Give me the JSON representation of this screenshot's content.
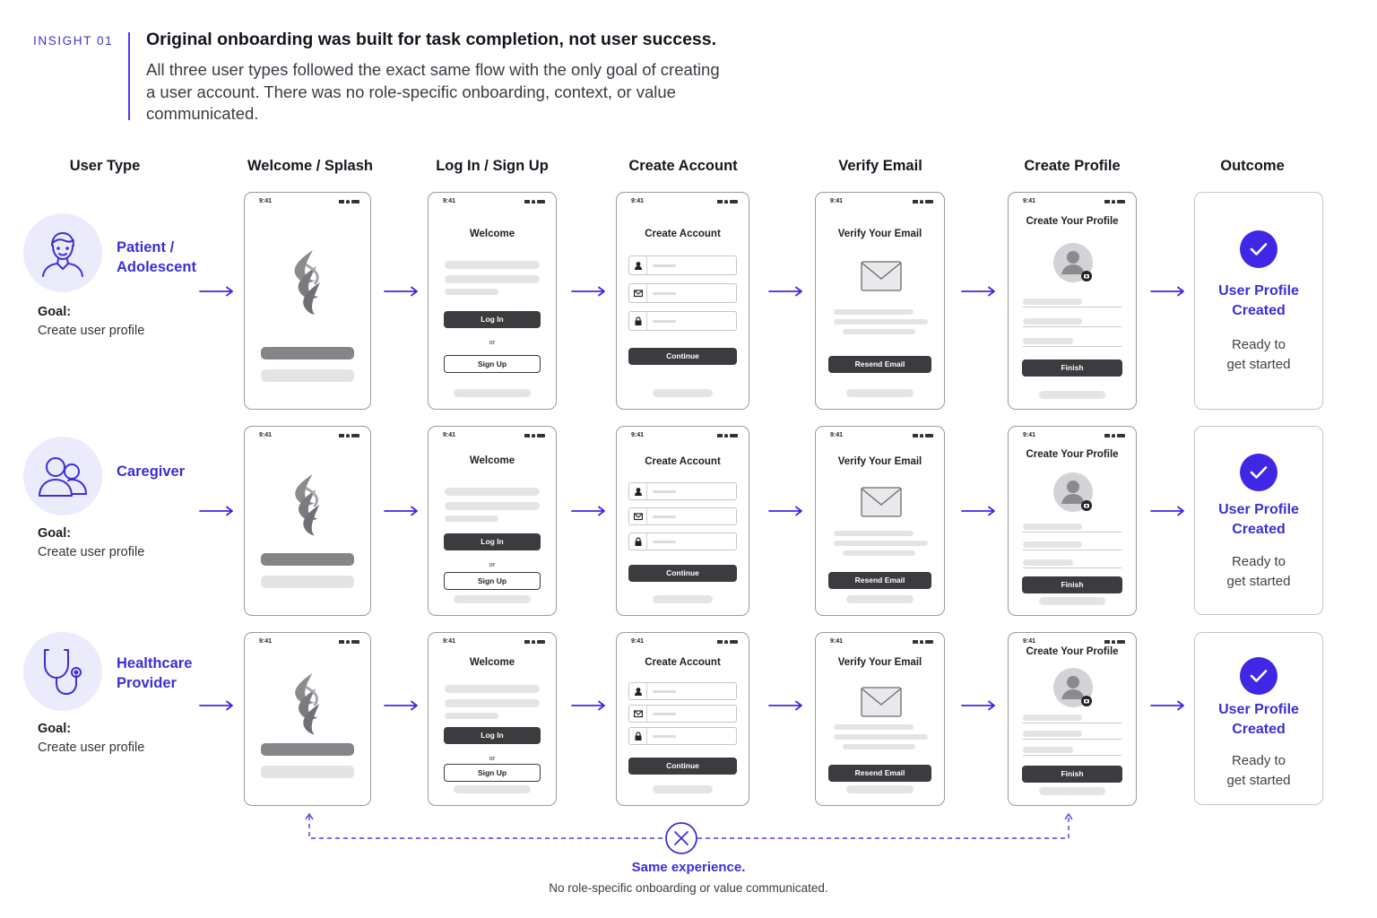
{
  "insight": {
    "tag": "INSIGHT 01",
    "headline": "Original onboarding was built for task completion, not user success.",
    "subtext": "All three user types followed the exact same flow with the only goal of creating a user account. There was no role-specific onboarding, context, or value communicated."
  },
  "columns": [
    "User Type",
    "Welcome / Splash",
    "Log In / Sign Up",
    "Create Account",
    "Verify Email",
    "Create Profile",
    "Outcome"
  ],
  "rows": [
    {
      "role_line1": "Patient /",
      "role_line2": "Adolescent",
      "goal_label": "Goal:",
      "goal_text": "Create user profile",
      "icon": "person-icon"
    },
    {
      "role_line1": "Caregiver",
      "role_line2": "",
      "goal_label": "Goal:",
      "goal_text": "Create user profile",
      "icon": "two-people-icon"
    },
    {
      "role_line1": "Healthcare",
      "role_line2": "Provider",
      "goal_label": "Goal:",
      "goal_text": "Create user profile",
      "icon": "stethoscope-icon"
    }
  ],
  "screens": {
    "time": "9:41",
    "welcome_title": "Welcome",
    "login_label": "Log In",
    "or_label": "or",
    "signup_label": "Sign Up",
    "create_title": "Create Account",
    "continue_label": "Continue",
    "verify_title": "Verify Your Email",
    "resend_label": "Resend Email",
    "profile_title": "Create Your Profile",
    "finish_label": "Finish"
  },
  "outcome": {
    "title_line1": "User Profile",
    "title_line2": "Created",
    "sub_line1": "Ready to",
    "sub_line2": "get started"
  },
  "footer": {
    "title": "Same experience.",
    "subtitle": "No role-specific onboarding or value communicated."
  },
  "colors": {
    "accent": "#4027e6",
    "accent_text": "#3b2fd8",
    "avatar_bg": "#ecebfc",
    "dark_button": "#3b3b40"
  }
}
